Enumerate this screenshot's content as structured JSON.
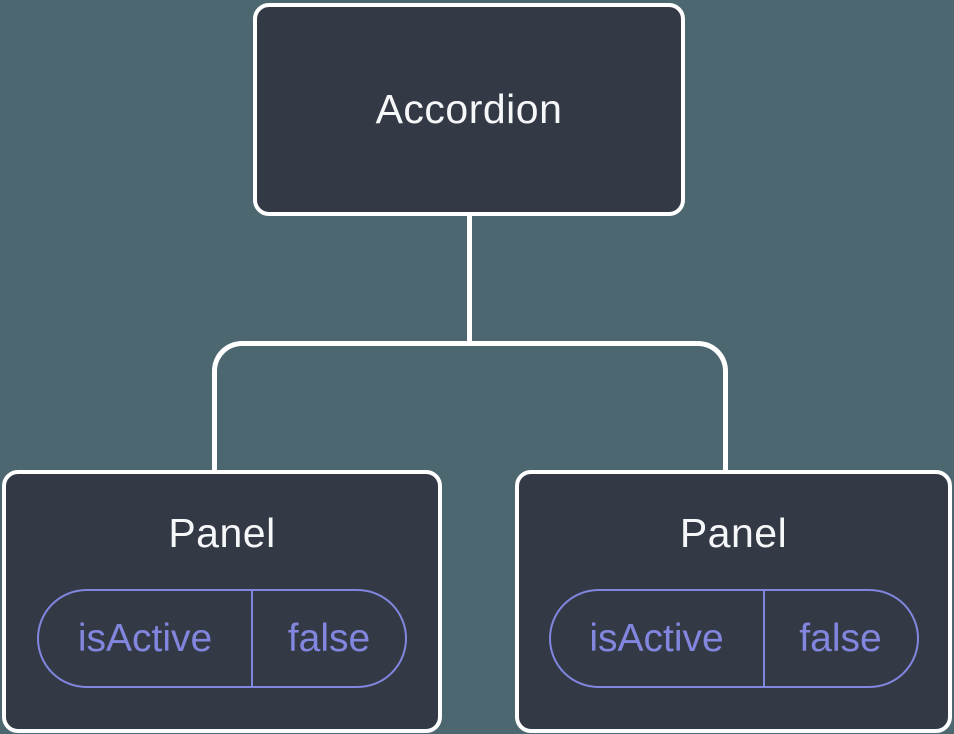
{
  "diagram": {
    "description": "Component tree diagram: an Accordion component with two Panel children, each holding local state isActive = false",
    "colors": {
      "background": "#4C6770",
      "node_fill": "#333A46",
      "node_border": "#FFFFFF",
      "connector": "#FFFFFF",
      "state_accent": "#8286DE",
      "label_text": "#F6F7F9"
    },
    "root": {
      "label": "Accordion"
    },
    "children": [
      {
        "label": "Panel",
        "state": {
          "name": "isActive",
          "value": "false"
        }
      },
      {
        "label": "Panel",
        "state": {
          "name": "isActive",
          "value": "false"
        }
      }
    ]
  }
}
